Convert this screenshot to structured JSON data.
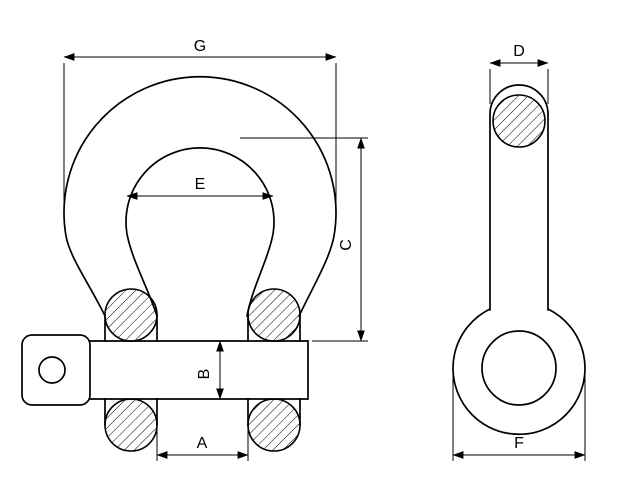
{
  "colors": {
    "line": "#000000",
    "background": "#ffffff",
    "hatch": "#000000"
  },
  "front_view": {
    "labels": {
      "G": "G",
      "E": "E",
      "C": "C",
      "B": "B",
      "A": "A"
    }
  },
  "side_view": {
    "labels": {
      "D": "D",
      "F": "F"
    }
  }
}
